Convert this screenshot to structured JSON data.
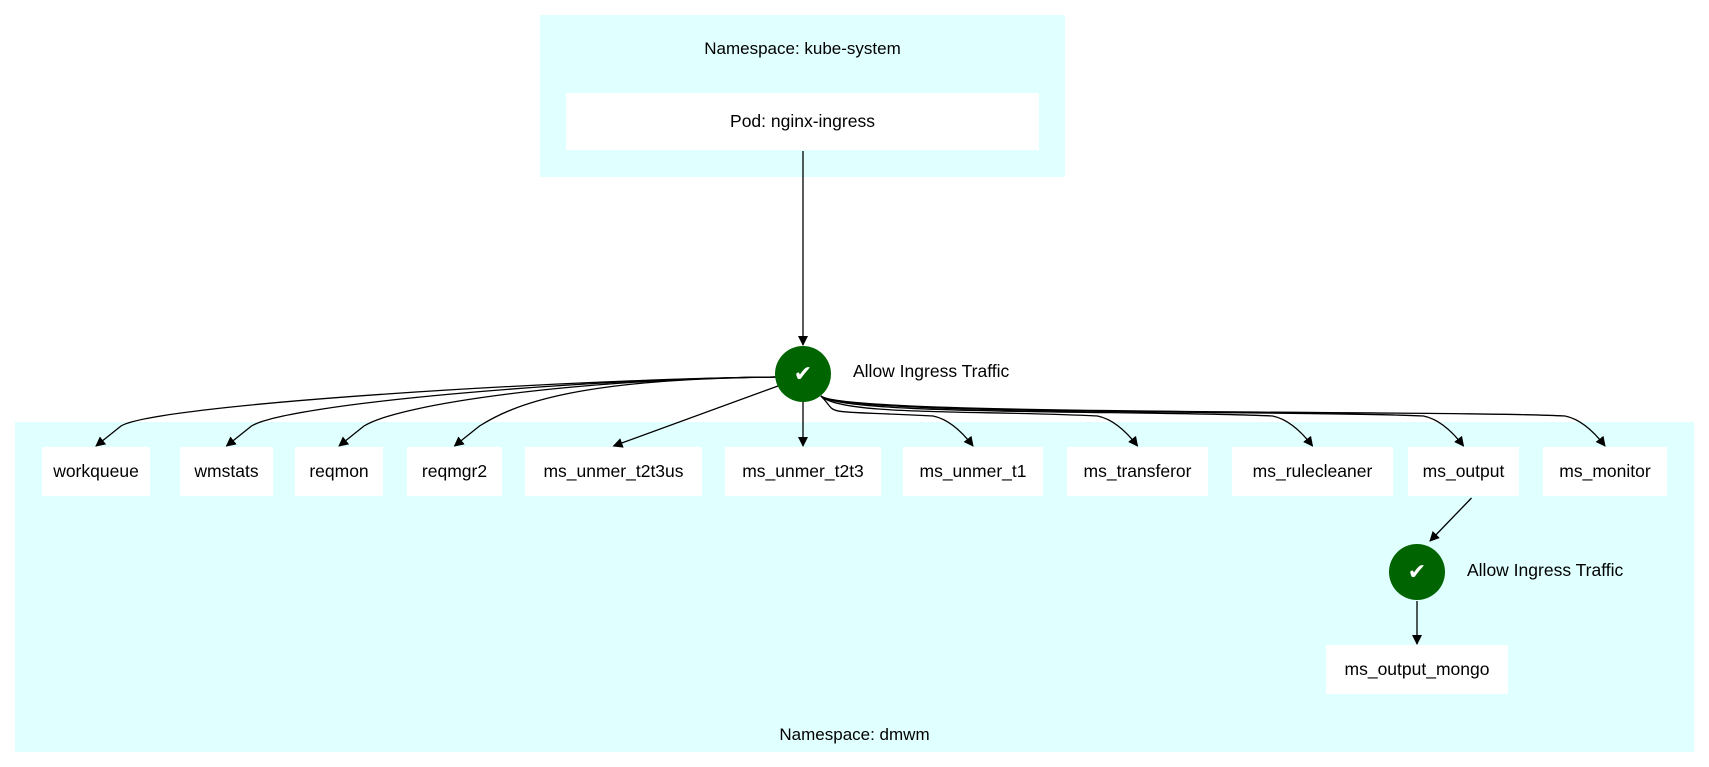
{
  "namespaces": {
    "kube_system": {
      "label": "Namespace: kube-system"
    },
    "dmwm": {
      "label": "Namespace: dmwm"
    }
  },
  "source_pod": {
    "label": "Pod: nginx-ingress"
  },
  "policies": {
    "main": {
      "icon": "check-icon",
      "symbol": "✔",
      "label": "Allow Ingress Traffic"
    },
    "output": {
      "icon": "check-icon",
      "symbol": "✔",
      "label": "Allow Ingress Traffic"
    }
  },
  "services": [
    "workqueue",
    "wmstats",
    "reqmon",
    "reqmgr2",
    "ms_unmer_t2t3us",
    "ms_unmer_t2t3",
    "ms_unmer_t1",
    "ms_transferor",
    "ms_rulecleaner",
    "ms_output",
    "ms_monitor"
  ],
  "output_mongo": {
    "label": "ms_output_mongo"
  },
  "colors": {
    "namespace_fill": "#e0ffff",
    "policy_fill": "#006400",
    "edge": "#000000"
  }
}
